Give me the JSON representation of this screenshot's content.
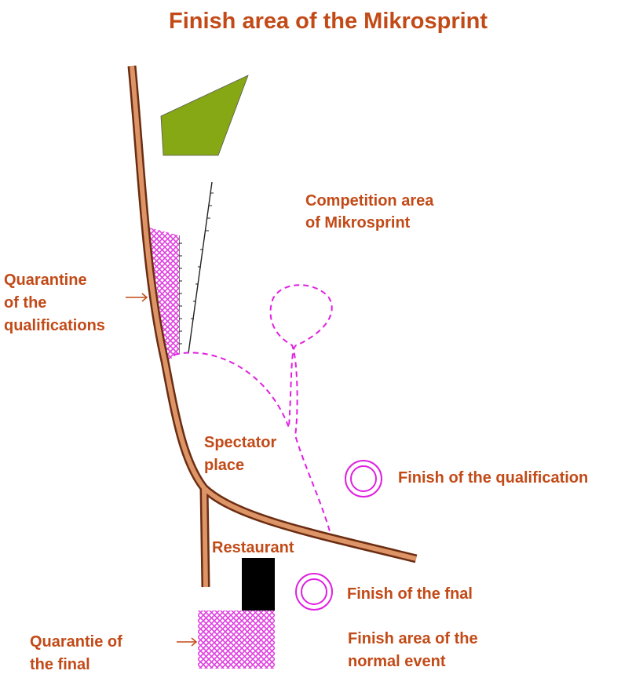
{
  "title": "Finish area of the Mikrosprint",
  "labels": {
    "competition_area_line1": "Competition area",
    "competition_area_line2": "of Mikrosprint",
    "quarantine_qual_line1": "Quarantine",
    "quarantine_qual_line2": "of the",
    "quarantine_qual_line3": "qualifications",
    "spectator_line1": "Spectator",
    "spectator_line2": "place",
    "finish_qualification": "Finish of the qualification",
    "restaurant": "Restaurant",
    "finish_final": "Finish of the fnal",
    "quarantie_final_line1": "Quarantie of",
    "quarantie_final_line2": "the final",
    "finish_normal_line1": "Finish area of the",
    "finish_normal_line2": "normal event"
  },
  "colors": {
    "label_text": "#c24a17",
    "road_fill": "#dd9466",
    "road_outline": "#6b2d12",
    "vegetation": "#86a814",
    "quarantine_hatch": "#e040e0",
    "route_dashed": "#e020e0",
    "finish_circle": "#e020e0",
    "restaurant": "#000000"
  },
  "icons": {
    "arrow": "arrow-right-icon",
    "finish_marker": "double-circle-icon"
  }
}
